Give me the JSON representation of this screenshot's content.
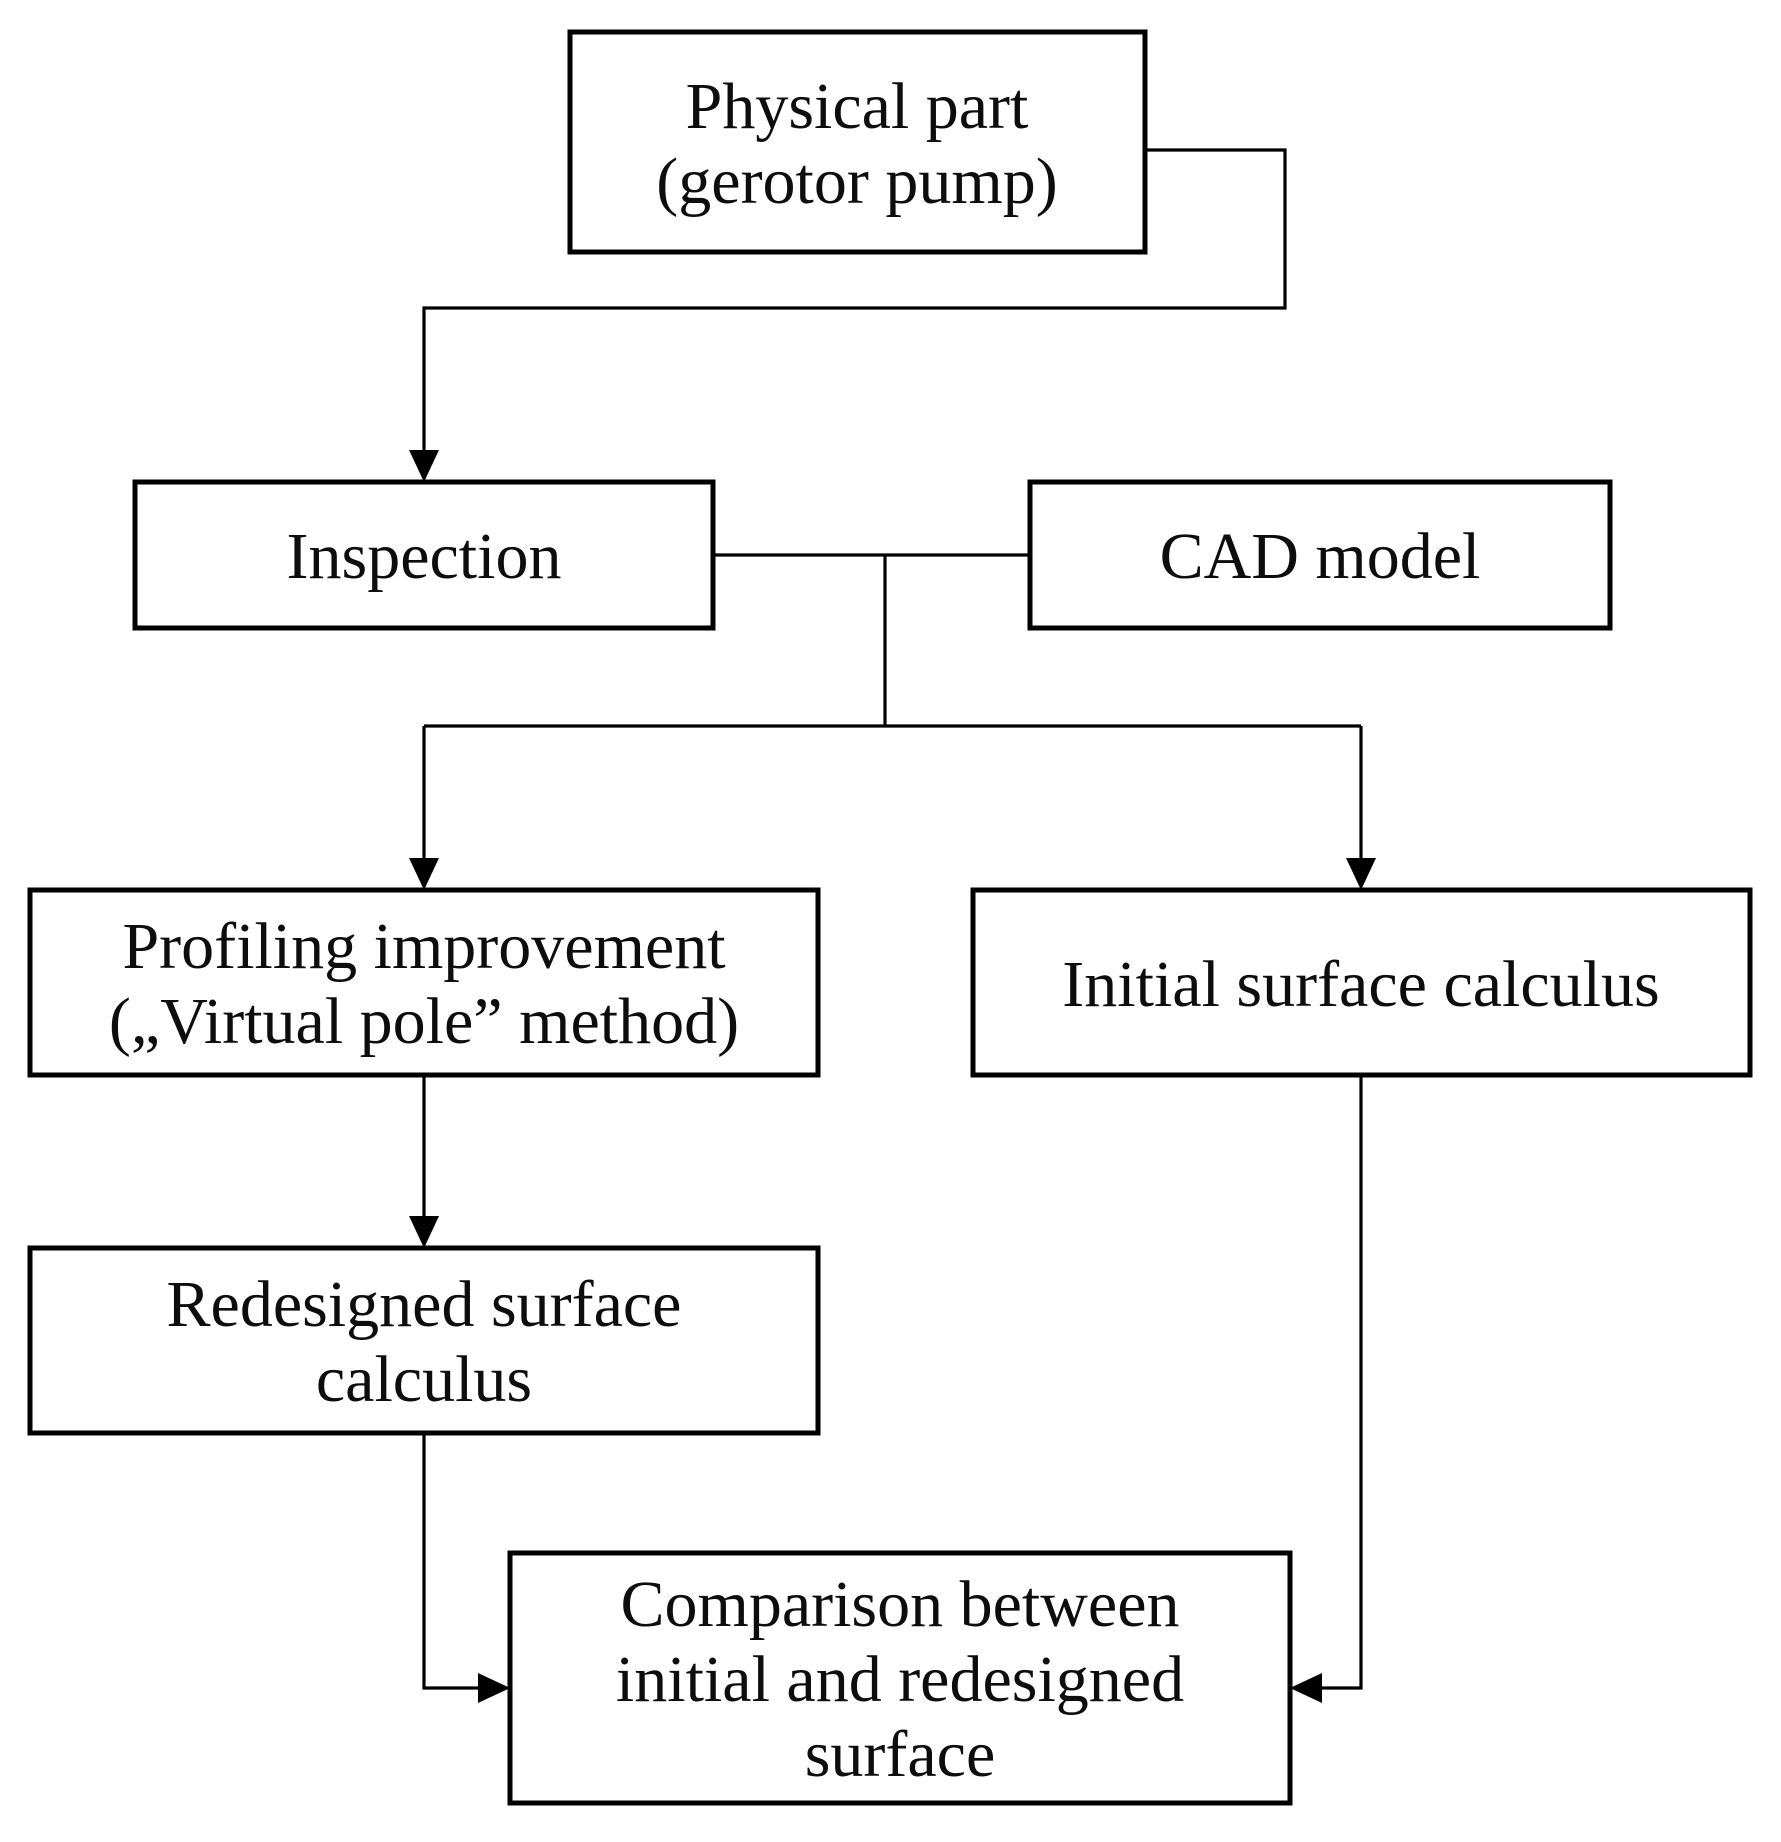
{
  "figure": {
    "type": "flowchart",
    "background_color": "#ffffff",
    "line_color": "#000000",
    "text_color": "#0d0d0d",
    "box_fill": "#ffffff"
  },
  "nodes": {
    "physical_part": {
      "lines": [
        "Physical part",
        "(gerotor pump)"
      ]
    },
    "inspection": {
      "lines": [
        "Inspection"
      ]
    },
    "cad_model": {
      "lines": [
        "CAD model"
      ]
    },
    "profiling_improvement": {
      "lines": [
        "Profiling improvement",
        "(„Virtual pole” method)"
      ]
    },
    "initial_surface": {
      "lines": [
        "Initial surface calculus"
      ]
    },
    "redesigned_surface": {
      "lines": [
        "Redesigned surface",
        "calculus"
      ]
    },
    "comparison": {
      "lines": [
        "Comparison between",
        "initial and redesigned",
        "surface"
      ]
    }
  },
  "edges": [
    {
      "from": "physical_part",
      "to": "inspection",
      "arrow": true
    },
    {
      "from": "inspection",
      "to": "cad_model",
      "arrow": false
    },
    {
      "from": "inspection_cad_junction",
      "to": "profiling_improvement",
      "arrow": true
    },
    {
      "from": "inspection_cad_junction",
      "to": "initial_surface",
      "arrow": true
    },
    {
      "from": "profiling_improvement",
      "to": "redesigned_surface",
      "arrow": true
    },
    {
      "from": "redesigned_surface",
      "to": "comparison",
      "arrow": true
    },
    {
      "from": "initial_surface",
      "to": "comparison",
      "arrow": true
    }
  ]
}
